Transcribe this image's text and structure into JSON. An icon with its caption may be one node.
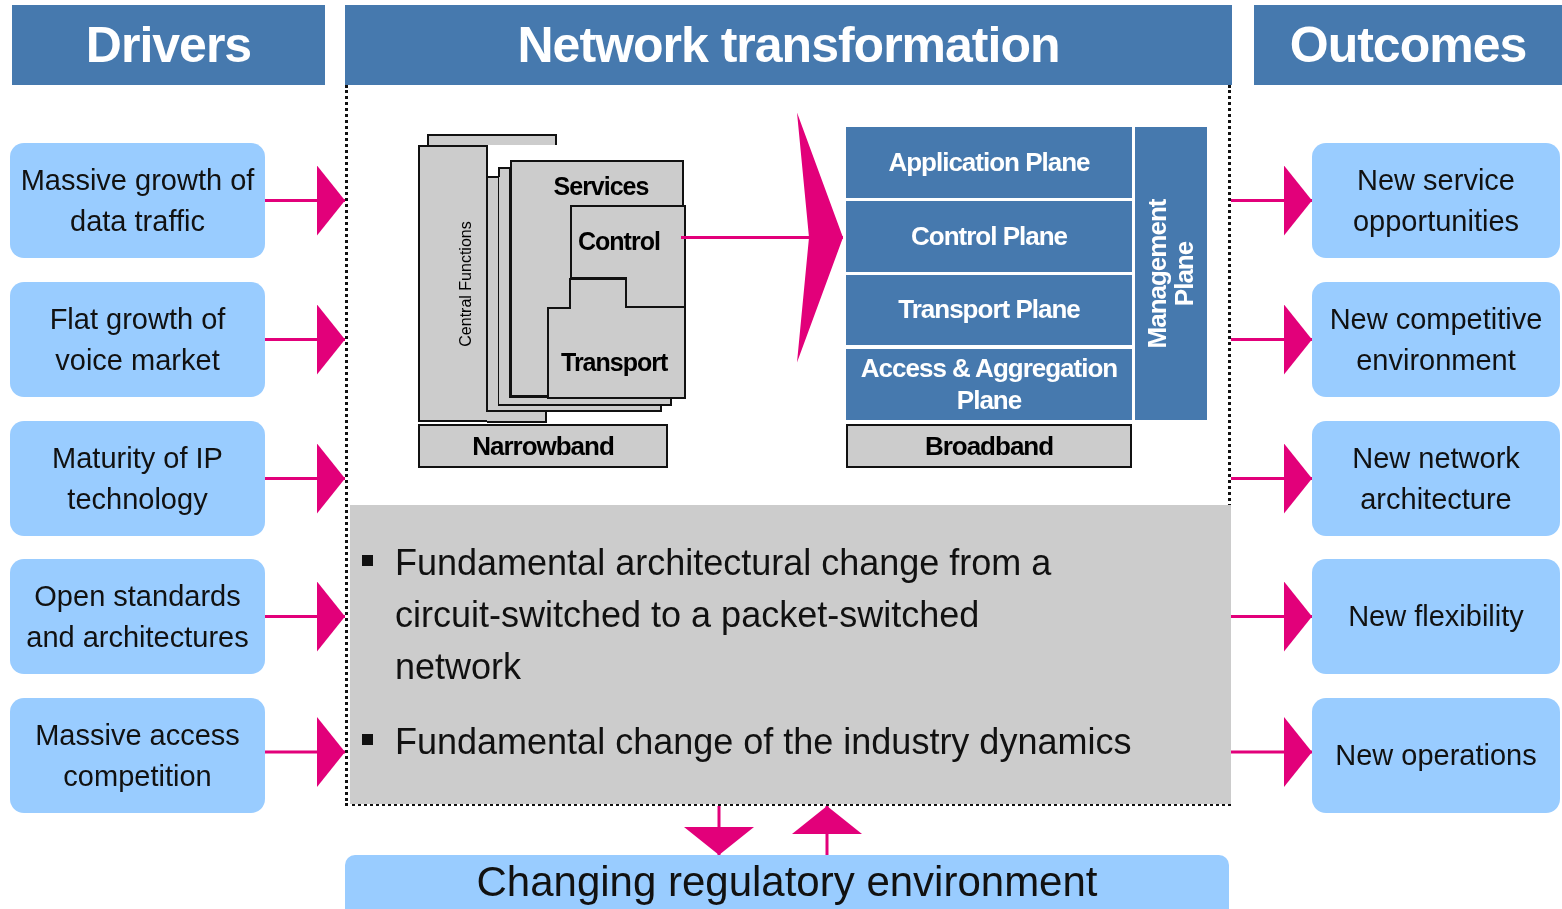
{
  "diagram": {
    "nodes": [
      {
        "text": [
          "Drivers"
        ]
      },
      {
        "text": [
          "Network transformation"
        ]
      },
      {
        "text": [
          "Outcomes"
        ]
      },
      {
        "text": [
          "Massive growth of data traffic"
        ]
      },
      {
        "text": [
          "Flat growth of voice market"
        ]
      },
      {
        "text": [
          "Maturity of IP technology"
        ]
      },
      {
        "text": [
          "Open standards and architectures"
        ]
      },
      {
        "text": [
          "Massive access competition"
        ]
      },
      {
        "text": [],
        "shape": "box"
      },
      {
        "text": [
          "Central Functions"
        ],
        "in": 8
      },
      {
        "text": [
          "Services"
        ],
        "in": 8
      },
      {
        "text": [
          "Control"
        ],
        "in": 10
      },
      {
        "text": [
          "Transport"
        ],
        "in": 10
      },
      {
        "text": [
          "Narrowband"
        ],
        "in": 8
      },
      {
        "text": [
          "Application Plane"
        ],
        "in": 8
      },
      {
        "text": [
          "Control Plane"
        ],
        "in": 8
      },
      {
        "text": [
          "Transport Plane"
        ],
        "in": 8
      },
      {
        "text": [
          "Access & Aggregation Plane"
        ],
        "in": 8
      },
      {
        "text": [
          "Management Plane"
        ],
        "in": 8
      },
      {
        "text": [
          "Broadband"
        ],
        "in": 8
      },
      {
        "text": [
          "Fundamental architectural change from a circuit-switched to a packet-switched network",
          "Fundamental change of the industry dynamics"
        ],
        "in": 8
      },
      {
        "text": [
          "New service opportunities"
        ]
      },
      {
        "text": [
          "New competitive environment"
        ]
      },
      {
        "text": [
          "New network architecture"
        ]
      },
      {
        "text": [
          "New flexibility"
        ]
      },
      {
        "text": [
          "New operations"
        ]
      },
      {
        "text": [
          "Changing regulatory environment"
        ]
      }
    ],
    "edges": [
      {
        "from": 3,
        "to": 8,
        "arrow": "to"
      },
      {
        "from": 4,
        "to": 8,
        "arrow": "to"
      },
      {
        "from": 5,
        "to": 8,
        "arrow": "to"
      },
      {
        "from": 6,
        "to": 8,
        "arrow": "to"
      },
      {
        "from": 7,
        "to": 8,
        "arrow": "to"
      },
      {
        "from": 11,
        "to": 15,
        "arrow": "to"
      },
      {
        "from": 8,
        "to": 21,
        "arrow": "to"
      },
      {
        "from": 8,
        "to": 22,
        "arrow": "to"
      },
      {
        "from": 8,
        "to": 23,
        "arrow": "to"
      },
      {
        "from": 8,
        "to": 24,
        "arrow": "to"
      },
      {
        "from": 8,
        "to": 25,
        "arrow": "to"
      },
      {
        "from": 8,
        "to": 26,
        "arrow": "to"
      },
      {
        "from": 26,
        "to": 8,
        "arrow": "to"
      }
    ]
  }
}
